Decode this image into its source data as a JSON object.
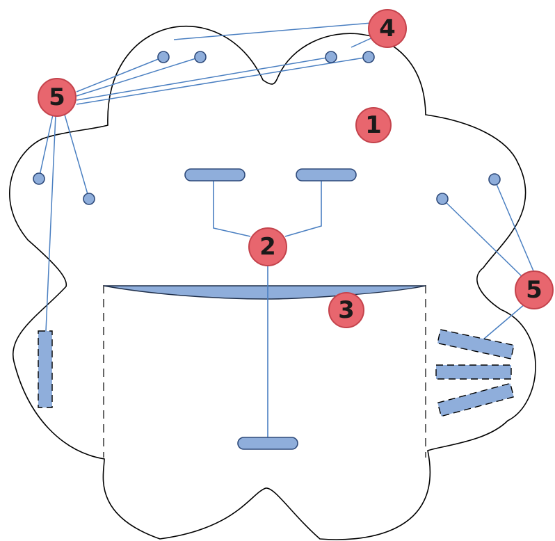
{
  "colors": {
    "outline": "#000000",
    "shape_fill": "#8faedb",
    "shape_stroke": "#2e4a7a",
    "line": "#4a7fc1",
    "badge_fill": "#e8666e",
    "badge_stroke": "#c4434c",
    "badge_text": "#1a1a1a"
  },
  "badges": {
    "one": "1",
    "two": "2",
    "three": "3",
    "four": "4",
    "five_left": "5",
    "five_right": "5"
  }
}
